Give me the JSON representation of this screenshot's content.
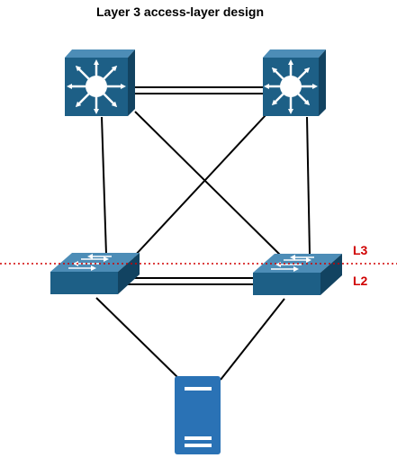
{
  "title": "Layer 3 access-layer design",
  "labels": {
    "l3": "L3",
    "l2": "L2"
  },
  "colors": {
    "device_front": "#1d5f86",
    "device_top": "#4d8db7",
    "device_side": "#124361",
    "server": "#2a72b5",
    "boundary": "#d00000",
    "link": "#000000",
    "icon": "#ffffff"
  },
  "nodes": [
    {
      "id": "core-left",
      "type": "layer3-switch"
    },
    {
      "id": "core-right",
      "type": "layer3-switch"
    },
    {
      "id": "access-left",
      "type": "workgroup-switch"
    },
    {
      "id": "access-right",
      "type": "workgroup-switch"
    },
    {
      "id": "server",
      "type": "server"
    }
  ],
  "links": [
    {
      "from": "core-left",
      "to": "core-right",
      "style": "double"
    },
    {
      "from": "core-left",
      "to": "access-left",
      "style": "single"
    },
    {
      "from": "core-left",
      "to": "access-right",
      "style": "single"
    },
    {
      "from": "core-right",
      "to": "access-left",
      "style": "single"
    },
    {
      "from": "core-right",
      "to": "access-right",
      "style": "single"
    },
    {
      "from": "access-left",
      "to": "access-right",
      "style": "double"
    },
    {
      "from": "access-left",
      "to": "server",
      "style": "single"
    },
    {
      "from": "access-right",
      "to": "server",
      "style": "single"
    }
  ],
  "boundary": {
    "style": "dotted",
    "separates": [
      "L3",
      "L2"
    ]
  }
}
